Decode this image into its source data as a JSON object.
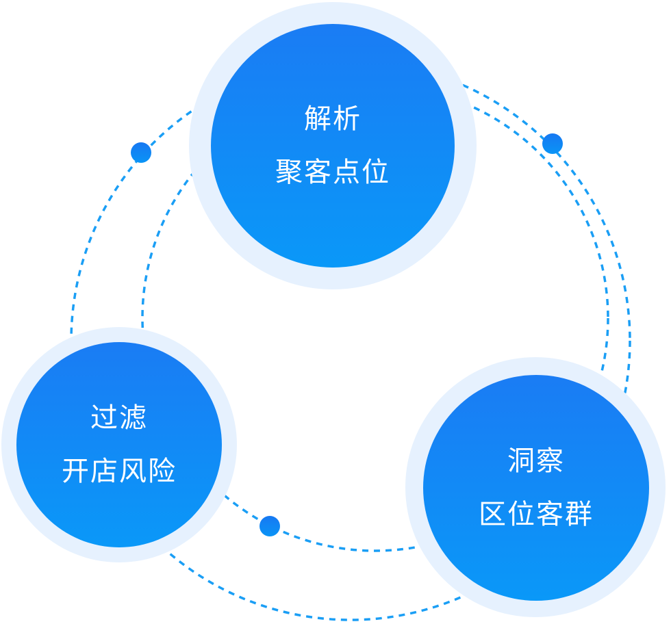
{
  "nodes": {
    "top": {
      "line1": "解析",
      "line2": "聚客点位"
    },
    "left": {
      "line1": "过滤",
      "line2": "开店风险"
    },
    "right": {
      "line1": "洞察",
      "line2": "区位客群"
    }
  },
  "colors": {
    "node_gradient_start": "#1a7cf4",
    "node_gradient_end": "#0a98f8",
    "halo": "#e6f1fe",
    "dashed_ring": "#1a9ef5",
    "background": "#ffffff"
  }
}
